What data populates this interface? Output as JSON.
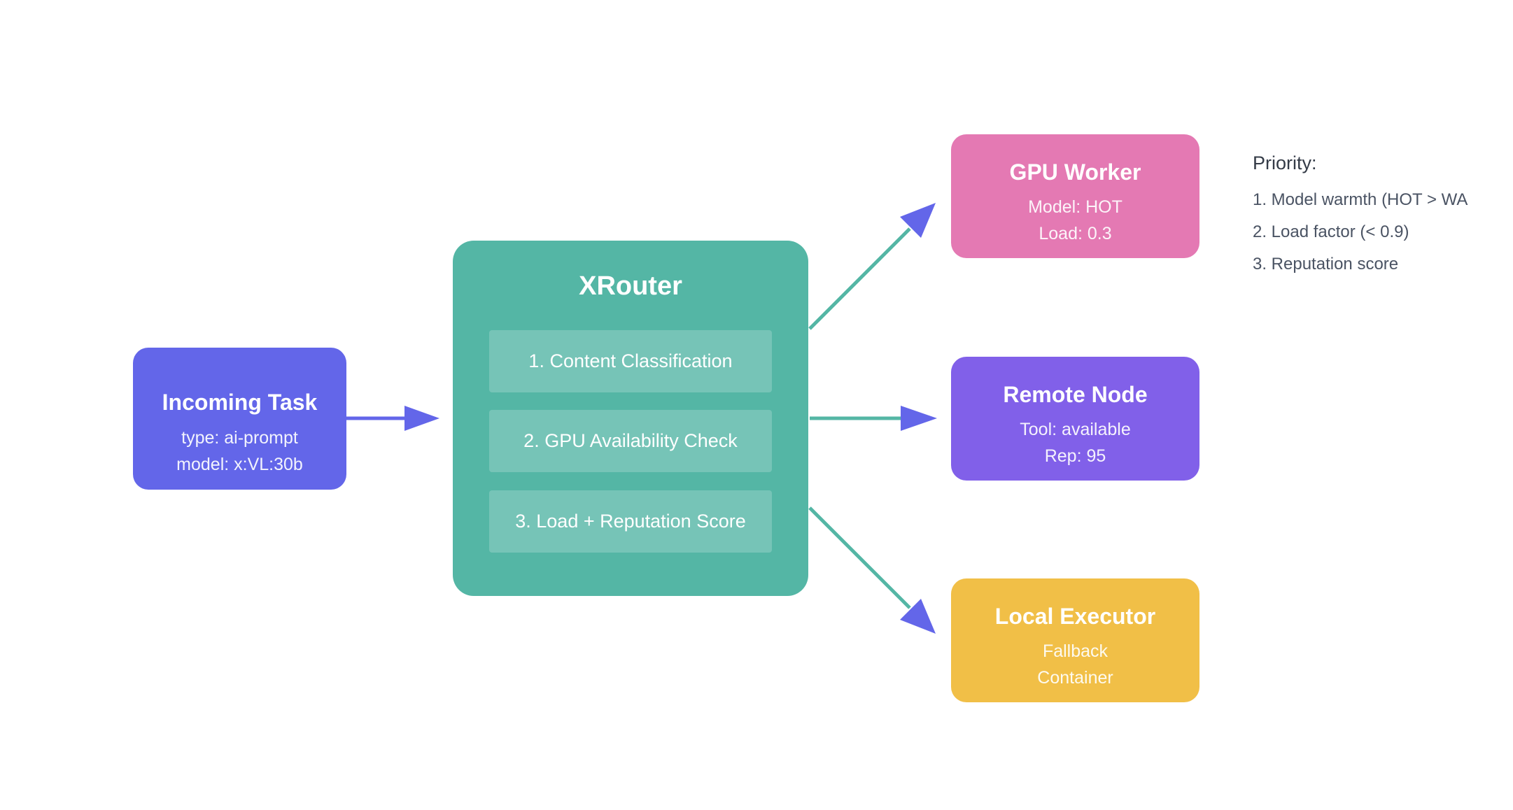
{
  "colors": {
    "task": "#6366e9",
    "router": "#54b6a5",
    "gpu": "#e479b3",
    "remote": "#8160e9",
    "local": "#f1bf47",
    "arrow_line_left": "#6366e9",
    "arrow_line_right": "#54b6a5",
    "arrow_head": "#6366e9"
  },
  "incoming_task": {
    "title": "Incoming Task",
    "lines": [
      "type: ai-prompt",
      "model: x:VL:30b"
    ]
  },
  "router": {
    "title": "XRouter",
    "steps": [
      "1. Content Classification",
      "2. GPU Availability Check",
      "3. Load + Reputation Score"
    ]
  },
  "gpu_worker": {
    "title": "GPU Worker",
    "lines": [
      "Model: HOT",
      "Load: 0.3"
    ]
  },
  "remote_node": {
    "title": "Remote Node",
    "lines": [
      "Tool: available",
      "Rep: 95"
    ]
  },
  "local_executor": {
    "title": "Local Executor",
    "lines": [
      "Fallback",
      "Container"
    ]
  },
  "priority": {
    "title": "Priority:",
    "items": [
      "1. Model warmth (HOT > WA",
      "2. Load factor (< 0.9)",
      "3. Reputation score"
    ]
  }
}
